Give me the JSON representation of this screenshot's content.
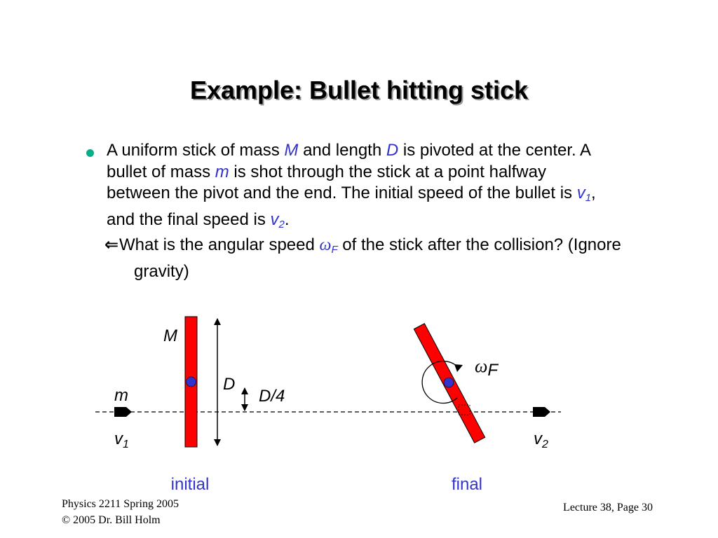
{
  "slide": {
    "title": "Example: Bullet hitting stick"
  },
  "body": {
    "para_1": "A uniform stick of mass ",
    "sym_M": "M",
    "para_2": " and length ",
    "sym_D": "D",
    "para_3": " is pivoted at the center. A bullet of mass ",
    "sym_m": "m",
    "para_4": " is shot through the stick at a point halfway between the pivot and the end.  The initial speed of the bullet is ",
    "sym_v": "v",
    "sub_1": "1",
    "para_5": ", and the final speed is ",
    "sub_2": "2",
    "para_6": ".",
    "question_1": "What is the angular speed ",
    "sym_omega": "ω",
    "sub_F": "F",
    "question_2": " of the stick after the collision? (Ignore gravity)"
  },
  "diagram": {
    "label_M": "M",
    "label_D": "D",
    "label_D4": "D/4",
    "label_m": "m",
    "label_v": "v",
    "sub_1": "1",
    "sub_2": "2",
    "label_omega": "ω",
    "sub_F": "F",
    "caption_initial": "initial",
    "caption_final": "final"
  },
  "footer": {
    "course": "Physics 2211 Spring 2005",
    "copyright": "© 2005 Dr. Bill Holm",
    "page": "Lecture 38, Page 30"
  },
  "colors": {
    "stick": "#ff0000",
    "pivot": "#3333cc",
    "emphasis": "#3333cc",
    "bullet_point": "#00b08a"
  }
}
